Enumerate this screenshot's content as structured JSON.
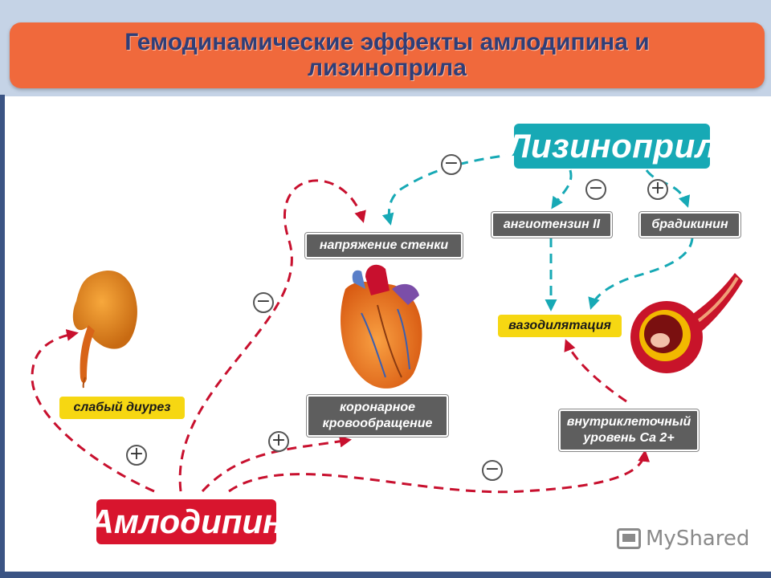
{
  "title": "Гемодинамические эффекты амлодипина и лизиноприла",
  "drugs": {
    "lisinopril": "Лизиноприл",
    "amlodipine": "Амлодипин"
  },
  "nodes": {
    "wall_tension": "напряжение стенки",
    "angiotensin": "ангиотензин II",
    "bradykinin": "брадикинин",
    "vasodilation": "вазодилятация",
    "weak_diuresis": "слабый диурез",
    "coronary_line1": "коронарное",
    "coronary_line2": "кровообращение",
    "calcium_line1": "внутриклеточный",
    "calcium_line2": "уровень Ca 2+"
  },
  "signs": {
    "minus": "−",
    "plus": "+"
  },
  "watermark": "MyShared",
  "colors": {
    "title_bg": "#f0693c",
    "title_text": "#2f3e78",
    "lisinopril": "#17a9b5",
    "amlodipine": "#d8152e",
    "red_arrows": "#c8102e",
    "teal_arrows": "#17a9b5",
    "highlight_box": "#f6d712",
    "grey_box": "#5e5e5e"
  }
}
